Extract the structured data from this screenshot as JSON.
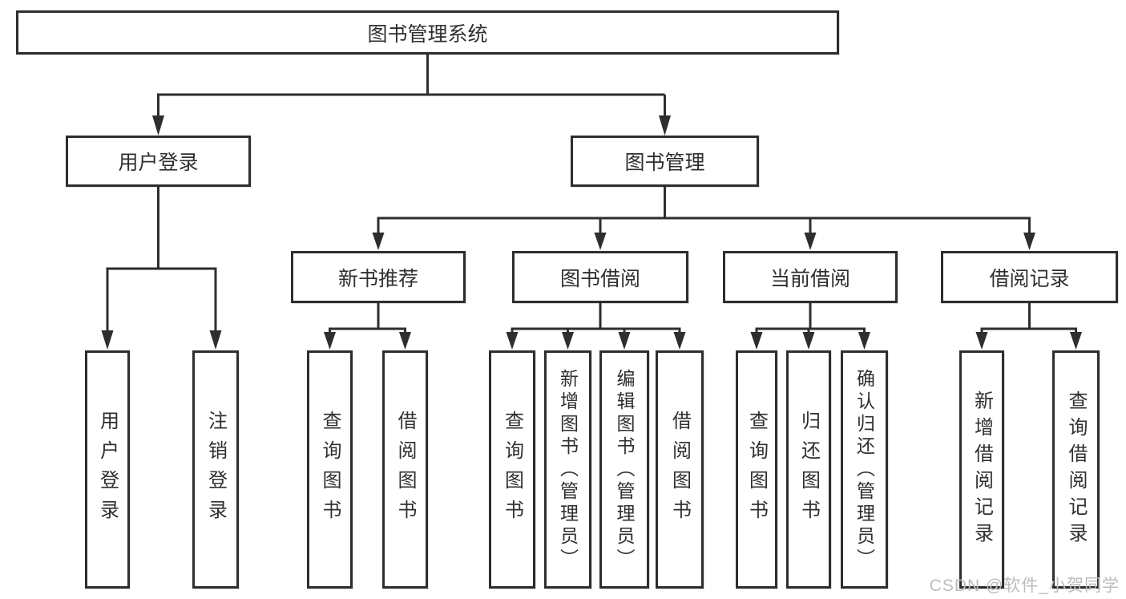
{
  "colors": {
    "line": "#2e2e2e",
    "text": "#2f2f2f",
    "watermark": "#bcbcbc",
    "background": "#ffffff"
  },
  "tree": {
    "root": {
      "label": "图书管理系统"
    },
    "branches": [
      {
        "label": "用户登录",
        "children": [
          {
            "label": "用户登录"
          },
          {
            "label": "注销登录"
          }
        ]
      },
      {
        "label": "图书管理",
        "children": [
          {
            "label": "新书推荐",
            "children": [
              {
                "label": "查询图书"
              },
              {
                "label": "借阅图书"
              }
            ]
          },
          {
            "label": "图书借阅",
            "children": [
              {
                "label": "查询图书"
              },
              {
                "label": "新增图书（管理员）"
              },
              {
                "label": "编辑图书（管理员）"
              },
              {
                "label": "借阅图书"
              }
            ]
          },
          {
            "label": "当前借阅",
            "children": [
              {
                "label": "查询图书"
              },
              {
                "label": "归还图书"
              },
              {
                "label": "确认归还（管理员）"
              }
            ]
          },
          {
            "label": "借阅记录",
            "children": [
              {
                "label": "新增借阅记录"
              },
              {
                "label": "查询借阅记录"
              }
            ]
          }
        ]
      }
    ]
  },
  "watermark": {
    "text": "CSDN @软件_小贺同学"
  }
}
